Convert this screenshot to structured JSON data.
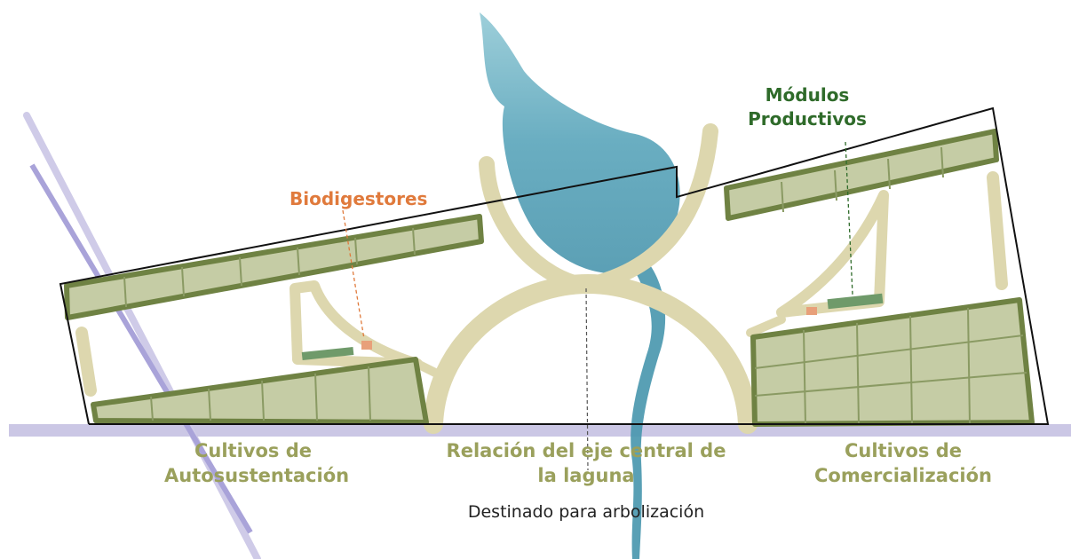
{
  "labels": {
    "modulos_line1": "Módulos",
    "modulos_line2": "Productivos",
    "biodigestores": "Biodigestores",
    "auto_line1": "Cultivos de",
    "auto_line2": "Autosustentación",
    "eje_line1": "Relación del eje central de",
    "eje_line2": "la laguna",
    "arbolizacion": "Destinado para arbolización",
    "comer_line1": "Cultivos de",
    "comer_line2": "Comercialización"
  },
  "colors": {
    "crop_fill": "#c8cfaa",
    "crop_stroke": "#6f8243",
    "path": "#ddd6ae",
    "water": "#4e9db2",
    "road": "#c8c4e3",
    "label_green": "#9aa05c",
    "label_orange": "#e07a3c",
    "label_dark_green": "#2f6b2a"
  }
}
